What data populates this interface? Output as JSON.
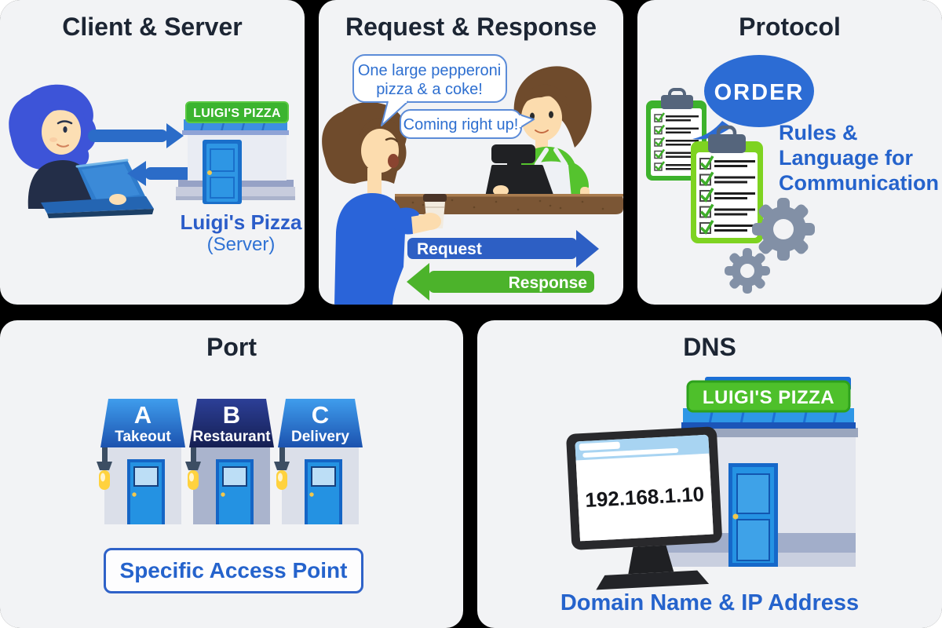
{
  "colors": {
    "page_background": "#000000",
    "panel_background": "#f2f3f5",
    "title_text": "#1c2533",
    "accent_blue_text": "#2563cc",
    "speech_bubble_border": "#5c8cd8",
    "speech_bubble_text": "#2e6fd0",
    "request_arrow_blue": "#2d5fc4",
    "response_arrow_green": "#4cb32b",
    "sign_green": "#3bb42f",
    "door_blue": "#2e96e4",
    "gear_gray": "#8290a6",
    "counter_brown": "#7b5635"
  },
  "panels": {
    "client_server": {
      "title": "Client & Server",
      "sign": "LUIGI'S PIZZA",
      "caption": "Luigi's Pizza",
      "caption_sub": "(Server)"
    },
    "request_response": {
      "title": "Request & Response",
      "bubble1_line1": "One large pepperoni",
      "bubble1_line2": "pizza & a coke!",
      "bubble2": "Coming right up!",
      "request_label": "Request",
      "response_label": "Response"
    },
    "protocol": {
      "title": "Protocol",
      "bubble": "ORDER",
      "caption_line1": "Rules &",
      "caption_line2": "Language for",
      "caption_line3": "Communication"
    },
    "port": {
      "title": "Port",
      "shops": [
        {
          "letter": "A",
          "label": "Takeout"
        },
        {
          "letter": "B",
          "label": "Restaurant"
        },
        {
          "letter": "C",
          "label": "Delivery"
        }
      ],
      "caption": "Specific Access Point"
    },
    "dns": {
      "title": "DNS",
      "sign": "LUIGI'S PIZZA",
      "ip": "192.168.1.10",
      "caption": "Domain Name & IP Address"
    }
  }
}
